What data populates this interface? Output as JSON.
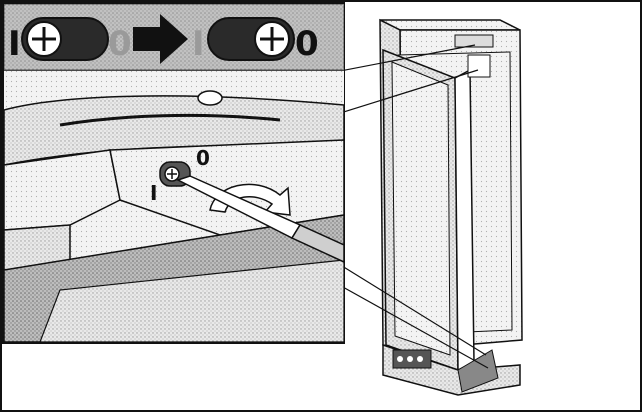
{
  "labels": {
    "top_left_on": "I",
    "top_left_off": "0",
    "top_right_on": "I",
    "top_right_off": "0",
    "switch_on": "I",
    "switch_off": "0"
  },
  "colors": {
    "outline": "#111111",
    "panel": "#ffffff",
    "dark": "#2a2a2a",
    "mid": "#7a7a7a",
    "light": "#d9d9d9"
  },
  "icons": [
    "switch-slider-left-icon",
    "right-arrow-icon",
    "switch-slider-right-icon",
    "screwdriver-icon",
    "rotation-arrow-icon",
    "appliance-icon"
  ]
}
